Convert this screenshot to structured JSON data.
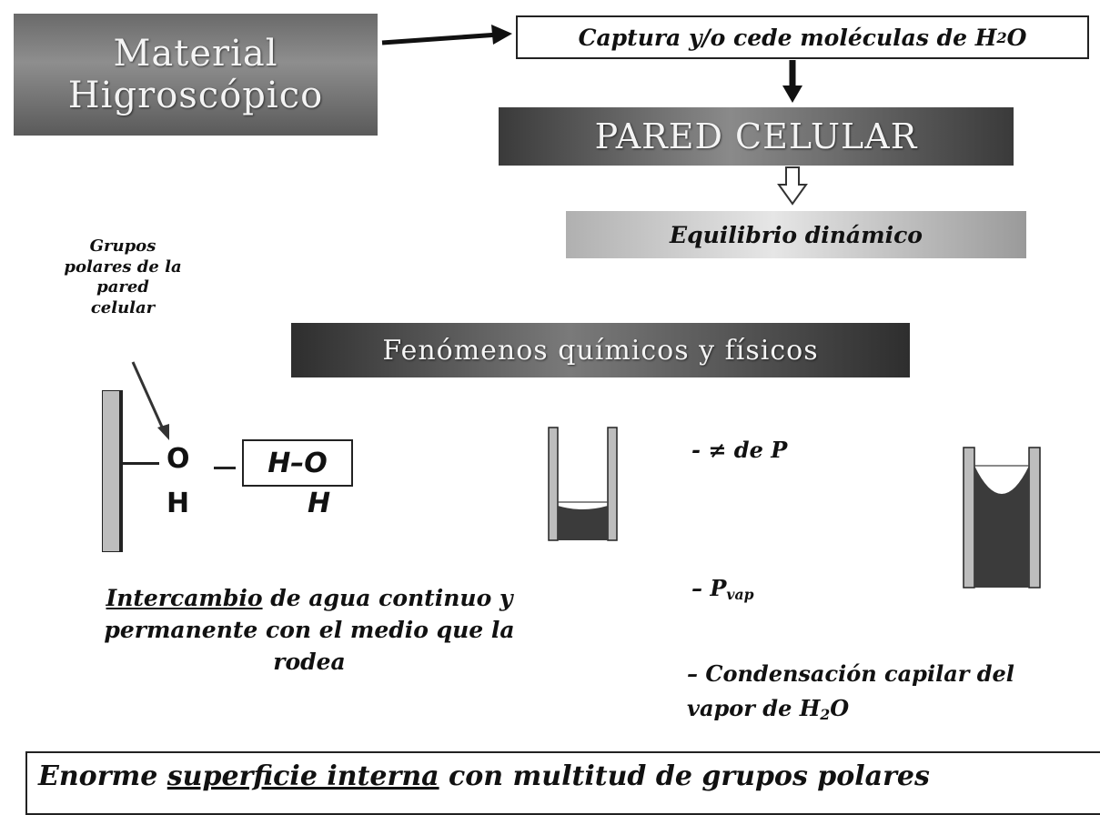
{
  "material_box": {
    "line1": "Material",
    "line2": "Higroscópico"
  },
  "captura_box": {
    "text_before": "Captura y/o cede moléculas de H",
    "sub": "2",
    "text_after": "O"
  },
  "pared_box": {
    "label": "PARED CELULAR"
  },
  "equilibrio_box": {
    "label": "Equilibrio dinámico"
  },
  "fenomenos_box": {
    "label": "Fenómenos químicos y físicos"
  },
  "grupos_label": {
    "line1": "Grupos",
    "line2": "polares de la",
    "line3": "pared",
    "line4": "celular"
  },
  "molecule": {
    "o": "O",
    "h": "H",
    "dash": "–",
    "ho": "H–O",
    "h2": "H"
  },
  "intercambio": {
    "underlined": "Intercambio",
    "rest_line1": " de agua continuo y",
    "line2": "permanente con el medio que la",
    "line3": "rodea"
  },
  "labels": {
    "p_diff": "- ≠ de P",
    "p_vap_prefix": "– P",
    "p_vap_sub": "vap",
    "condens_line1": "– Condensación capilar del",
    "condens_line2_prefix": "vapor de H",
    "condens_sub": "2",
    "condens_suffix": "O"
  },
  "bottom_box": {
    "word1": "Enorme ",
    "underlined": "superficie interna",
    "rest": " con multitud de grupos polares"
  },
  "colors": {
    "dark_gray": "#3a3a3a",
    "mid_gray": "#8a8a8a",
    "light_gray": "#e6e6e6",
    "capillary_fill": "#3b3b3b",
    "wall_fill": "#bdbdbd"
  }
}
